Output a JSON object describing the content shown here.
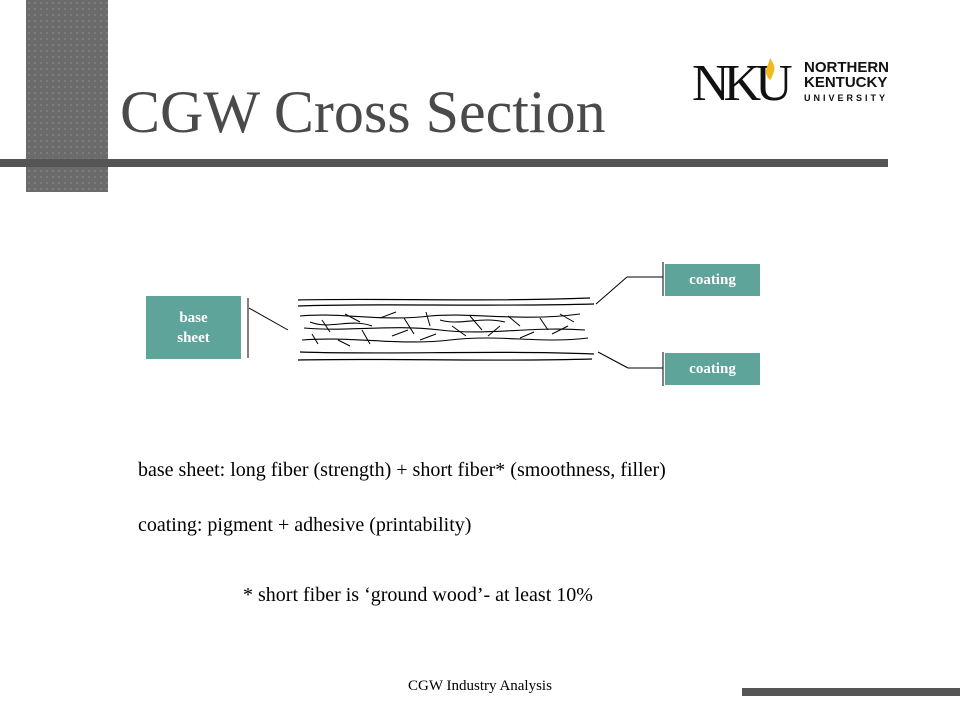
{
  "slide": {
    "title": "CGW Cross Section",
    "footer": "CGW Industry Analysis"
  },
  "logo": {
    "mark": "NKU",
    "line1": "NORTHERN",
    "line2": "KENTUCKY",
    "line3": "UNIVERSITY"
  },
  "diagram": {
    "base_label": "base\nsheet",
    "coating_top": "coating",
    "coating_bottom": "coating"
  },
  "body": {
    "line1": "base sheet: long fiber (strength) + short fiber* (smoothness, filler)",
    "line2": "coating: pigment + adhesive (printability)",
    "note": "* short fiber is ‘ground wood’- at least 10%"
  },
  "colors": {
    "label_box": "#5ea49b",
    "rule": "#555555",
    "title": "#4a4a4a"
  }
}
